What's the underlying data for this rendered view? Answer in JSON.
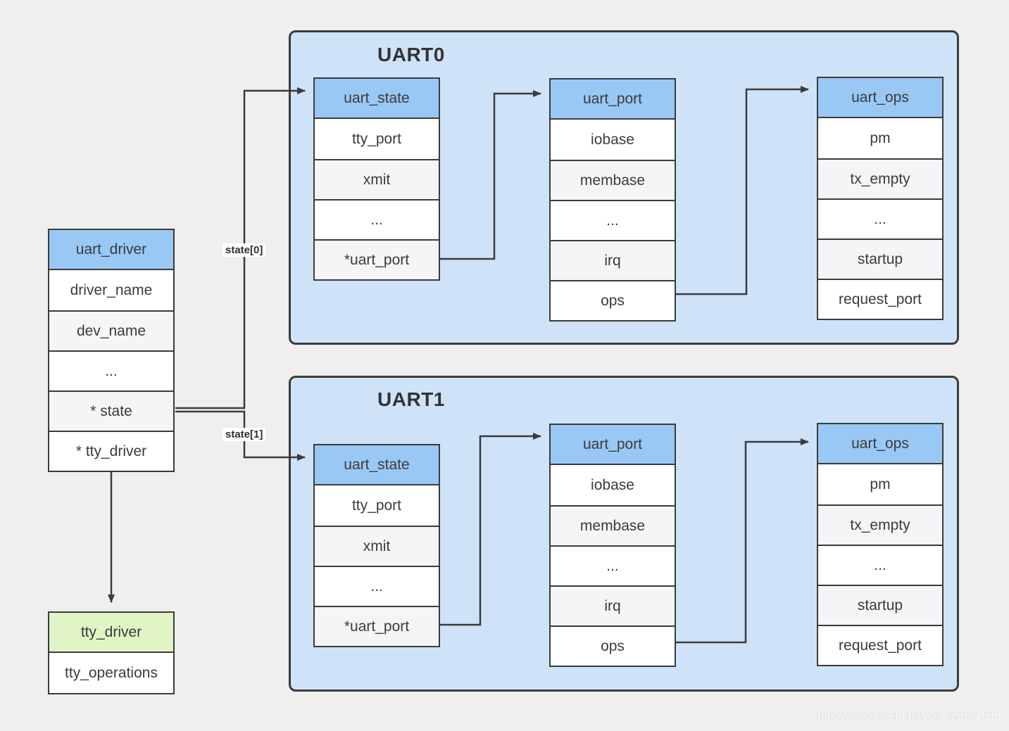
{
  "watermark": "https://blog.csdn.net/qq_33487044",
  "colors": {
    "page_background": "#f0efed",
    "container_blue": "#cfe3f8",
    "header_blue": "#99c8f5",
    "header_green": "#e0f4c6",
    "row_alt_gray": "#f5f5f7",
    "row_white": "#ffffff",
    "border_dark": "#3b3b3b",
    "text": "#3b3b3b"
  },
  "uart_driver": {
    "title": "uart_driver",
    "fields": [
      "driver_name",
      "dev_name",
      "...",
      "* state",
      "* tty_driver"
    ]
  },
  "tty_driver": {
    "title": "tty_driver",
    "fields": [
      "tty_operations"
    ]
  },
  "edge_labels": {
    "state0": "state[0]",
    "state1": "state[1]"
  },
  "uart0": {
    "title": "UART0",
    "state": {
      "title": "uart_state",
      "fields": [
        "tty_port",
        "xmit",
        "...",
        "*uart_port"
      ]
    },
    "port": {
      "title": "uart_port",
      "fields": [
        "iobase",
        "membase",
        "...",
        "irq",
        "ops"
      ]
    },
    "ops": {
      "title": "uart_ops",
      "fields": [
        "pm",
        "tx_empty",
        "...",
        "startup",
        "request_port"
      ]
    }
  },
  "uart1": {
    "title": "UART1",
    "state": {
      "title": "uart_state",
      "fields": [
        "tty_port",
        "xmit",
        "...",
        "*uart_port"
      ]
    },
    "port": {
      "title": "uart_port",
      "fields": [
        "iobase",
        "membase",
        "...",
        "irq",
        "ops"
      ]
    },
    "ops": {
      "title": "uart_ops",
      "fields": [
        "pm",
        "tx_empty",
        "...",
        "startup",
        "request_port"
      ]
    }
  }
}
